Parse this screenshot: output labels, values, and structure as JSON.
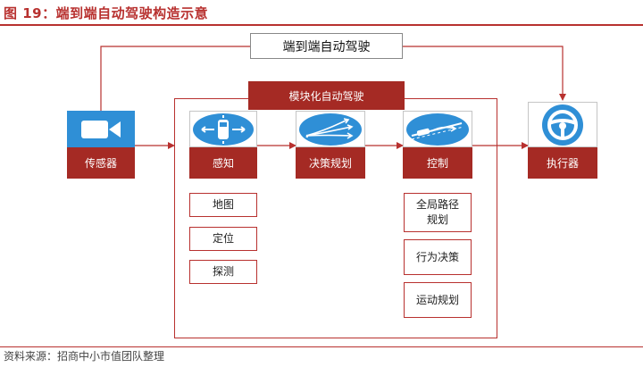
{
  "figure": {
    "title": "图 19：端到端自动驾驶构造示意"
  },
  "diagram": {
    "end_to_end_label": "端到端自动驾驶",
    "modular_label": "模块化自动驾驶",
    "sensor_label": "传感器",
    "actuator_label": "执行器",
    "stages": [
      {
        "label": "感知",
        "icon": "perception-car-icon"
      },
      {
        "label": "决策规划",
        "icon": "planning-arrows-icon"
      },
      {
        "label": "控制",
        "icon": "control-road-icon"
      }
    ],
    "perception_items": [
      "地图",
      "定位",
      "探测"
    ],
    "control_items": [
      {
        "line1": "全局路径",
        "line2": "规划"
      },
      {
        "line1": "行为决策"
      },
      {
        "line1": "运动规划"
      }
    ],
    "sensor_icon": "video-camera-icon",
    "actuator_icon": "steering-wheel-icon",
    "colors": {
      "accent": "#b8312f",
      "label_bg": "#a52a24",
      "icon_blue": "#2f8fd6"
    }
  },
  "source": {
    "text": "资料来源：招商中小市值团队整理"
  }
}
